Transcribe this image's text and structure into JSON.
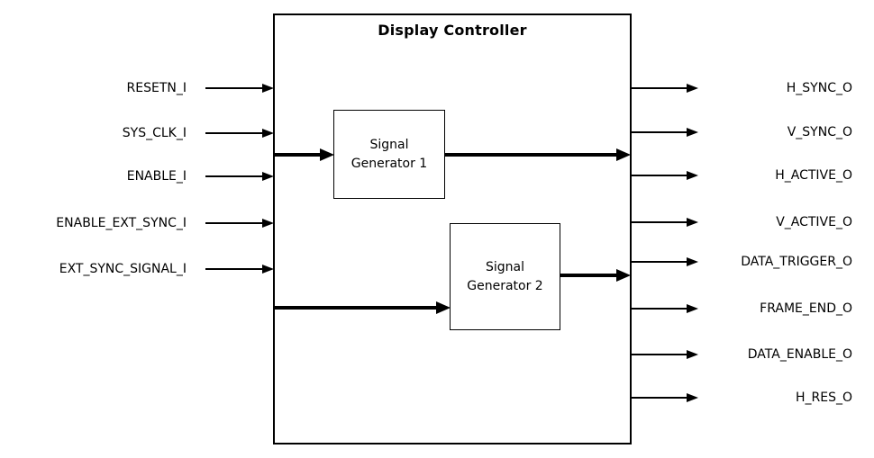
{
  "diagram": {
    "title": "Display Controller",
    "blocks": [
      {
        "label": "Signal Generator 1"
      },
      {
        "label": "Signal Generator 2"
      }
    ],
    "inputs": [
      "RESETN_I",
      "SYS_CLK_I",
      "ENABLE_I",
      "ENABLE_EXT_SYNC_I",
      "EXT_SYNC_SIGNAL_I"
    ],
    "outputs": [
      "H_SYNC_O",
      "V_SYNC_O",
      "H_ACTIVE_O",
      "V_ACTIVE_O",
      "DATA_TRIGGER_O",
      "FRAME_END_O",
      "DATA_ENABLE_O",
      "H_RES_O"
    ],
    "colors": {
      "line": "#000000",
      "text": "#000000",
      "background": "#ffffff"
    }
  }
}
